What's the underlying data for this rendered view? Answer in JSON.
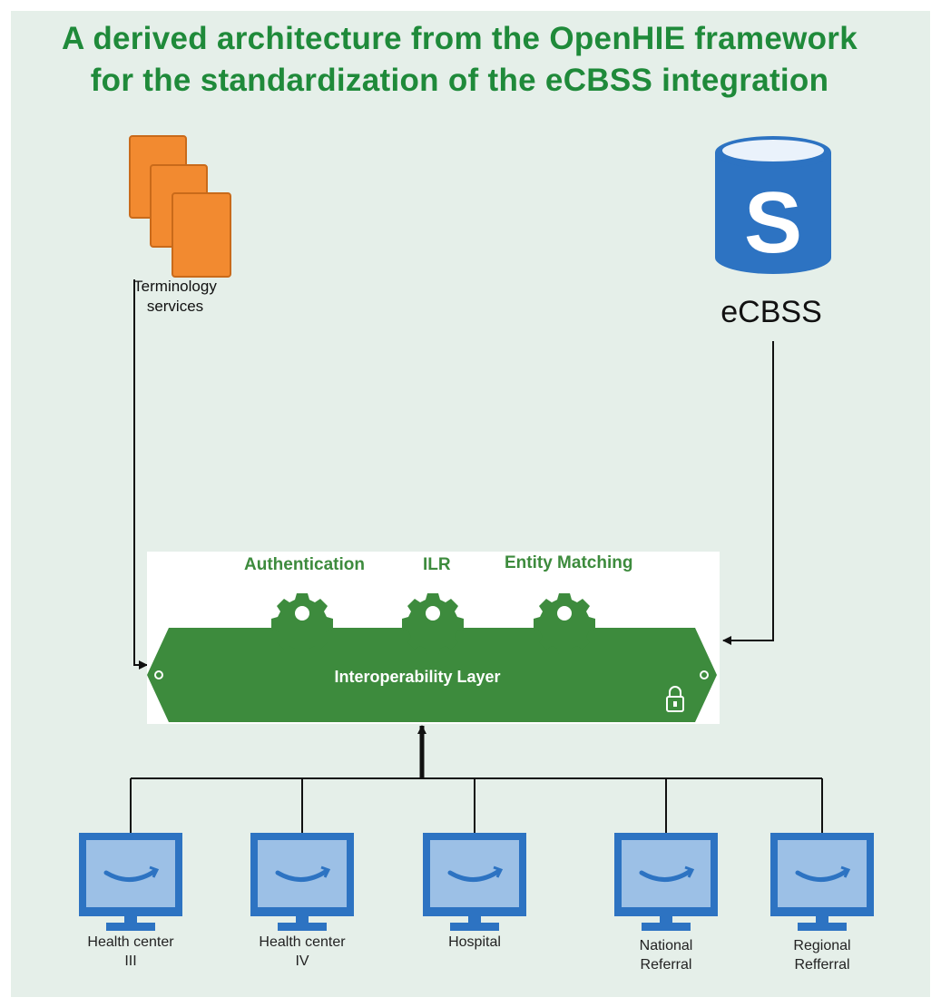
{
  "title": {
    "line1": "A derived architecture from the OpenHIE framework",
    "line2": "for the standardization of the eCBSS integration"
  },
  "terminology": {
    "label_line1": "Terminology",
    "label_line2": "services",
    "icon": "stacked-documents-icon",
    "color": "#f28a30"
  },
  "ecbss": {
    "label": "eCBSS",
    "icon": "database-icon",
    "glyph": "S",
    "color": "#2d73c2"
  },
  "interoperability_layer": {
    "label": "Interoperability Layer",
    "color": "#3d8b3d",
    "components": [
      {
        "label": "Authentication",
        "icon": "gear-icon"
      },
      {
        "label": "ILR",
        "icon": "gear-icon"
      },
      {
        "label": "Entity Matching",
        "icon": "gear-icon"
      }
    ],
    "lock_icon": "lock-icon"
  },
  "facilities": [
    {
      "line1": "Health center",
      "line2": "III",
      "icon": "monitor-icon"
    },
    {
      "line1": "Health center",
      "line2": "IV",
      "icon": "monitor-icon"
    },
    {
      "line1": "Hospital",
      "line2": "",
      "icon": "monitor-icon"
    },
    {
      "line1": "National",
      "line2": "Referral",
      "icon": "monitor-icon"
    },
    {
      "line1": "Regional",
      "line2": "Refferral",
      "icon": "monitor-icon"
    }
  ],
  "colors": {
    "background": "#e5efe9",
    "title": "#1f8a3a",
    "monitor": "#2d73c2",
    "screen": "#9cc0e6"
  }
}
